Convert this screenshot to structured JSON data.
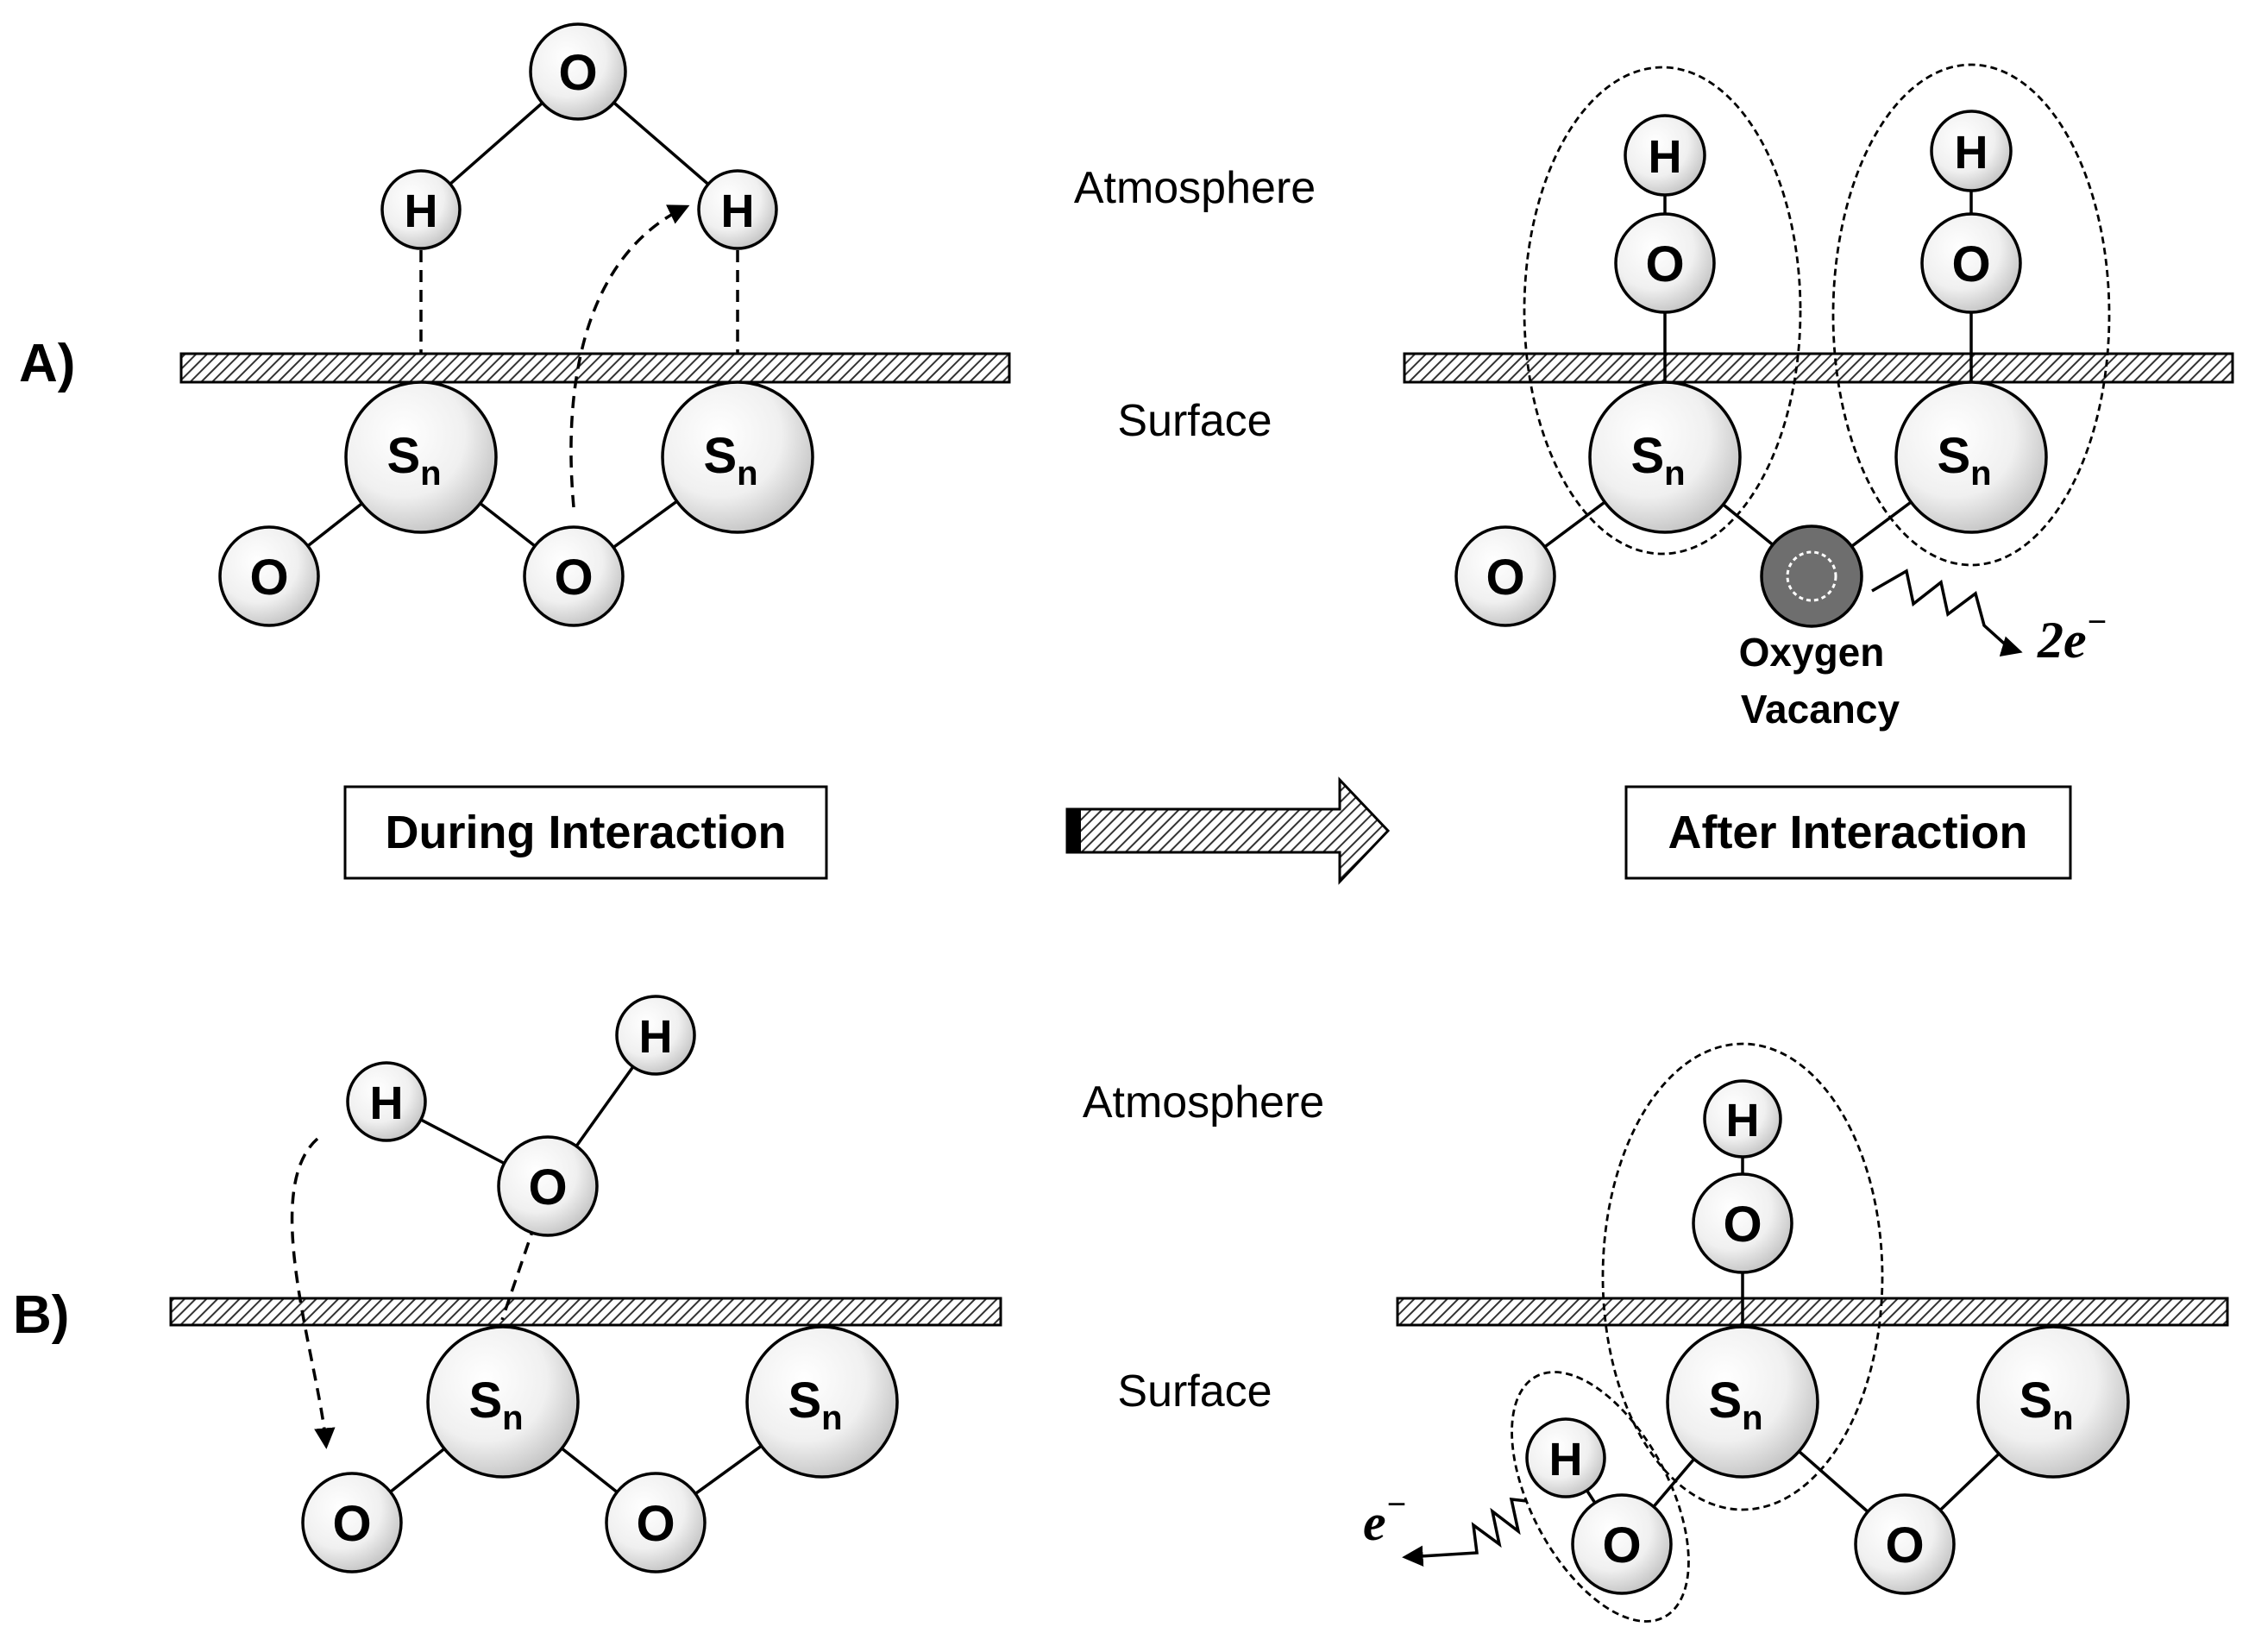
{
  "panels": {
    "a_label": "A)",
    "b_label": "B)"
  },
  "region_labels": {
    "atmosphere_a": "Atmosphere",
    "surface_a": "Surface",
    "atmosphere_b": "Atmosphere",
    "surface_b": "Surface"
  },
  "captions": {
    "during": "During Interaction",
    "after": "After Interaction"
  },
  "atoms": {
    "oxygen": "O",
    "hydrogen": "H",
    "tin_main": "S",
    "tin_sub": "n"
  },
  "vacancy": {
    "line1": "Oxygen",
    "line2": "Vacancy"
  },
  "electrons": {
    "two_main": "2e",
    "one_main": "e",
    "charge_sup": "−"
  },
  "icons": {
    "process_arrow": "right-hatched-arrow-icon",
    "electron_release": "wavy-arrow-icon"
  },
  "colors": {
    "atom_fill_light": "#ffffff",
    "atom_fill_shade": "#b9b9b9",
    "vacancy_fill": "#6e6e6e",
    "line": "#000000"
  }
}
